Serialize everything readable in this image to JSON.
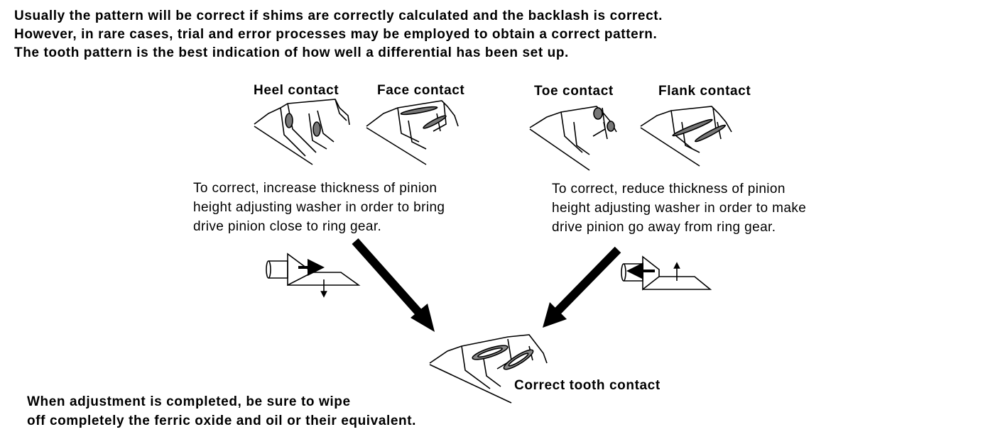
{
  "intro": {
    "line1": "Usually the pattern will be correct if shims are correctly calculated and the backlash is correct.",
    "line2": "However, in rare cases, trial and error processes may be employed to obtain a correct pattern.",
    "line3": "The tooth pattern is the best indication of how well a differential has been set up."
  },
  "contacts": {
    "heel": "Heel contact",
    "face": "Face contact",
    "toe": "Toe contact",
    "flank": "Flank contact",
    "correct": "Correct tooth contact"
  },
  "left_instruction": {
    "line1": "To correct, increase thickness of pinion",
    "line2": "height adjusting washer in order to bring",
    "line3": "drive pinion close to ring gear."
  },
  "right_instruction": {
    "line1": "To correct, reduce thickness of pinion",
    "line2": "height adjusting washer in order to make",
    "line3": "drive pinion go away from ring gear."
  },
  "final_note": {
    "line1": "When adjustment is completed, be sure to wipe",
    "line2": "off completely the ferric oxide and oil or their equivalent."
  }
}
